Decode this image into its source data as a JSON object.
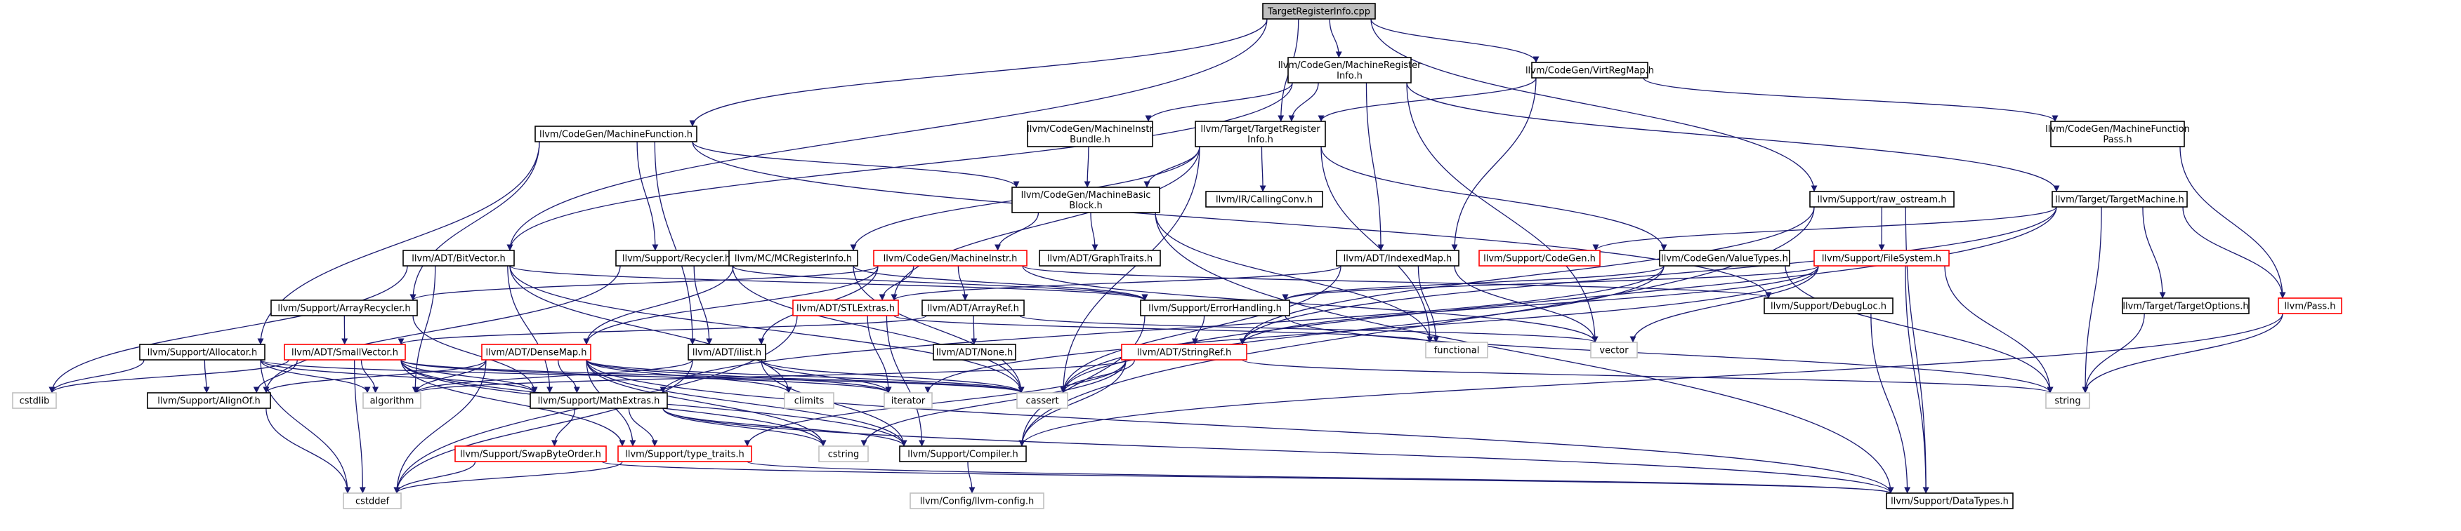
{
  "nodes": [
    {
      "id": "root",
      "lines": [
        "TargetRegisterInfo.cpp"
      ],
      "style": "root"
    },
    {
      "id": "mri",
      "lines": [
        "llvm/CodeGen/MachineRegister",
        "Info.h"
      ],
      "style": "normal"
    },
    {
      "id": "vrm",
      "lines": [
        "llvm/CodeGen/VirtRegMap.h"
      ],
      "style": "normal"
    },
    {
      "id": "mf",
      "lines": [
        "llvm/CodeGen/MachineFunction.h"
      ],
      "style": "normal"
    },
    {
      "id": "mib",
      "lines": [
        "llvm/CodeGen/MachineInstr",
        "Bundle.h"
      ],
      "style": "normal"
    },
    {
      "id": "tri",
      "lines": [
        "llvm/Target/TargetRegister",
        "Info.h"
      ],
      "style": "normal"
    },
    {
      "id": "mfp",
      "lines": [
        "llvm/CodeGen/MachineFunction",
        "Pass.h"
      ],
      "style": "normal"
    },
    {
      "id": "mbb",
      "lines": [
        "llvm/CodeGen/MachineBasic",
        "Block.h"
      ],
      "style": "normal"
    },
    {
      "id": "cc",
      "lines": [
        "llvm/IR/CallingConv.h"
      ],
      "style": "normal"
    },
    {
      "id": "ros",
      "lines": [
        "llvm/Support/raw_ostream.h"
      ],
      "style": "normal"
    },
    {
      "id": "tm",
      "lines": [
        "llvm/Target/TargetMachine.h"
      ],
      "style": "normal"
    },
    {
      "id": "bv",
      "lines": [
        "llvm/ADT/BitVector.h"
      ],
      "style": "normal"
    },
    {
      "id": "rec",
      "lines": [
        "llvm/Support/Recycler.h"
      ],
      "style": "normal"
    },
    {
      "id": "mcri",
      "lines": [
        "llvm/MC/MCRegisterInfo.h"
      ],
      "style": "normal"
    },
    {
      "id": "mi",
      "lines": [
        "llvm/CodeGen/MachineInstr.h"
      ],
      "style": "red"
    },
    {
      "id": "gt",
      "lines": [
        "llvm/ADT/GraphTraits.h"
      ],
      "style": "normal"
    },
    {
      "id": "im",
      "lines": [
        "llvm/ADT/IndexedMap.h"
      ],
      "style": "normal"
    },
    {
      "id": "cg",
      "lines": [
        "llvm/Support/CodeGen.h"
      ],
      "style": "red"
    },
    {
      "id": "vt",
      "lines": [
        "llvm/CodeGen/ValueTypes.h"
      ],
      "style": "normal"
    },
    {
      "id": "fs",
      "lines": [
        "llvm/Support/FileSystem.h"
      ],
      "style": "red"
    },
    {
      "id": "dl",
      "lines": [
        "llvm/Support/DebugLoc.h"
      ],
      "style": "normal"
    },
    {
      "id": "to",
      "lines": [
        "llvm/Target/TargetOptions.h"
      ],
      "style": "normal"
    },
    {
      "id": "pass",
      "lines": [
        "llvm/Pass.h"
      ],
      "style": "red"
    },
    {
      "id": "ar",
      "lines": [
        "llvm/Support/ArrayRecycler.h"
      ],
      "style": "normal"
    },
    {
      "id": "stl",
      "lines": [
        "llvm/ADT/STLExtras.h"
      ],
      "style": "red"
    },
    {
      "id": "aref",
      "lines": [
        "llvm/ADT/ArrayRef.h"
      ],
      "style": "normal"
    },
    {
      "id": "eh",
      "lines": [
        "llvm/Support/ErrorHandling.h"
      ],
      "style": "normal"
    },
    {
      "id": "alloc",
      "lines": [
        "llvm/Support/Allocator.h"
      ],
      "style": "normal"
    },
    {
      "id": "sv",
      "lines": [
        "llvm/ADT/SmallVector.h"
      ],
      "style": "red"
    },
    {
      "id": "dm",
      "lines": [
        "llvm/ADT/DenseMap.h"
      ],
      "style": "red"
    },
    {
      "id": "ilist",
      "lines": [
        "llvm/ADT/ilist.h"
      ],
      "style": "normal"
    },
    {
      "id": "none",
      "lines": [
        "llvm/ADT/None.h"
      ],
      "style": "normal"
    },
    {
      "id": "sref",
      "lines": [
        "llvm/ADT/StringRef.h"
      ],
      "style": "red"
    },
    {
      "id": "functional",
      "lines": [
        "functional"
      ],
      "style": "sys"
    },
    {
      "id": "vector",
      "lines": [
        "vector"
      ],
      "style": "sys"
    },
    {
      "id": "string",
      "lines": [
        "string"
      ],
      "style": "sys"
    },
    {
      "id": "cstdlib",
      "lines": [
        "cstdlib"
      ],
      "style": "sys"
    },
    {
      "id": "aof",
      "lines": [
        "llvm/Support/AlignOf.h"
      ],
      "style": "normal"
    },
    {
      "id": "algorithm",
      "lines": [
        "algorithm"
      ],
      "style": "sys"
    },
    {
      "id": "me",
      "lines": [
        "llvm/Support/MathExtras.h"
      ],
      "style": "normal"
    },
    {
      "id": "climits",
      "lines": [
        "climits"
      ],
      "style": "sys"
    },
    {
      "id": "iterator",
      "lines": [
        "iterator"
      ],
      "style": "sys"
    },
    {
      "id": "cassert",
      "lines": [
        "cassert"
      ],
      "style": "sys"
    },
    {
      "id": "sbo",
      "lines": [
        "llvm/Support/SwapByteOrder.h"
      ],
      "style": "red"
    },
    {
      "id": "tt",
      "lines": [
        "llvm/Support/type_traits.h"
      ],
      "style": "red"
    },
    {
      "id": "cstring",
      "lines": [
        "cstring"
      ],
      "style": "sys"
    },
    {
      "id": "comp",
      "lines": [
        "llvm/Support/Compiler.h"
      ],
      "style": "normal"
    },
    {
      "id": "cstddef",
      "lines": [
        "cstddef"
      ],
      "style": "sys"
    },
    {
      "id": "cfg",
      "lines": [
        "llvm/Config/llvm-config.h"
      ],
      "style": "sys"
    },
    {
      "id": "dt",
      "lines": [
        "llvm/Support/DataTypes.h"
      ],
      "style": "normal"
    }
  ],
  "edges": [
    [
      "root",
      "mri"
    ],
    [
      "root",
      "vrm"
    ],
    [
      "root",
      "mf"
    ],
    [
      "root",
      "tri"
    ],
    [
      "root",
      "ros"
    ],
    [
      "root",
      "bv"
    ],
    [
      "mri",
      "bv"
    ],
    [
      "mri",
      "mib"
    ],
    [
      "mri",
      "tri"
    ],
    [
      "mri",
      "im"
    ],
    [
      "mri",
      "tm"
    ],
    [
      "mri",
      "vector"
    ],
    [
      "vrm",
      "tri"
    ],
    [
      "vrm",
      "im"
    ],
    [
      "vrm",
      "mfp"
    ],
    [
      "mf",
      "mbb"
    ],
    [
      "mf",
      "rec"
    ],
    [
      "mf",
      "ar"
    ],
    [
      "mf",
      "alloc"
    ],
    [
      "mf",
      "ilist"
    ],
    [
      "mf",
      "dl"
    ],
    [
      "mib",
      "mbb"
    ],
    [
      "tri",
      "mbb"
    ],
    [
      "tri",
      "cc"
    ],
    [
      "tri",
      "mcri"
    ],
    [
      "tri",
      "vt"
    ],
    [
      "tri",
      "functional"
    ],
    [
      "tri",
      "cassert"
    ],
    [
      "tri",
      "stl"
    ],
    [
      "mfp",
      "pass"
    ],
    [
      "mbb",
      "mi"
    ],
    [
      "mbb",
      "gt"
    ],
    [
      "mbb",
      "functional"
    ],
    [
      "mbb",
      "dt"
    ],
    [
      "ros",
      "sref"
    ],
    [
      "ros",
      "fs"
    ],
    [
      "ros",
      "comp"
    ],
    [
      "ros",
      "dt"
    ],
    [
      "tm",
      "cg"
    ],
    [
      "tm",
      "to"
    ],
    [
      "tm",
      "pass"
    ],
    [
      "tm",
      "string"
    ],
    [
      "tm",
      "cassert"
    ],
    [
      "tm",
      "sref"
    ],
    [
      "bv",
      "cstdlib"
    ],
    [
      "bv",
      "algorithm"
    ],
    [
      "bv",
      "climits"
    ],
    [
      "bv",
      "cassert"
    ],
    [
      "bv",
      "me"
    ],
    [
      "bv",
      "eh"
    ],
    [
      "rec",
      "ilist"
    ],
    [
      "rec",
      "aof"
    ],
    [
      "rec",
      "eh"
    ],
    [
      "rec",
      "cassert"
    ],
    [
      "mcri",
      "eh"
    ],
    [
      "mcri",
      "dm"
    ],
    [
      "mcri",
      "cassert"
    ],
    [
      "mi",
      "stl"
    ],
    [
      "mi",
      "aref"
    ],
    [
      "mi",
      "dm"
    ],
    [
      "mi",
      "ilist"
    ],
    [
      "mi",
      "ar"
    ],
    [
      "mi",
      "dl"
    ],
    [
      "mi",
      "vector"
    ],
    [
      "im",
      "functional"
    ],
    [
      "im",
      "vector"
    ],
    [
      "im",
      "stl"
    ],
    [
      "im",
      "cassert"
    ],
    [
      "vt",
      "eh"
    ],
    [
      "vt",
      "me"
    ],
    [
      "vt",
      "string"
    ],
    [
      "vt",
      "cassert"
    ],
    [
      "fs",
      "eh"
    ],
    [
      "fs",
      "sref"
    ],
    [
      "fs",
      "dt"
    ],
    [
      "fs",
      "string"
    ],
    [
      "fs",
      "vector"
    ],
    [
      "fs",
      "iterator"
    ],
    [
      "dl",
      "dt"
    ],
    [
      "to",
      "string"
    ],
    [
      "pass",
      "string"
    ],
    [
      "pass",
      "comp"
    ],
    [
      "ar",
      "sv"
    ],
    [
      "ar",
      "me"
    ],
    [
      "stl",
      "cstddef"
    ],
    [
      "stl",
      "functional"
    ],
    [
      "stl",
      "iterator"
    ],
    [
      "stl",
      "comp"
    ],
    [
      "aref",
      "none"
    ],
    [
      "aref",
      "sv"
    ],
    [
      "aref",
      "vector"
    ],
    [
      "eh",
      "sref"
    ],
    [
      "eh",
      "comp"
    ],
    [
      "eh",
      "string"
    ],
    [
      "alloc",
      "aof"
    ],
    [
      "alloc",
      "me"
    ],
    [
      "alloc",
      "algorithm"
    ],
    [
      "alloc",
      "cstddef"
    ],
    [
      "alloc",
      "cstdlib"
    ],
    [
      "alloc",
      "cassert"
    ],
    [
      "sv",
      "aof"
    ],
    [
      "sv",
      "comp"
    ],
    [
      "sv",
      "tt"
    ],
    [
      "sv",
      "me"
    ],
    [
      "sv",
      "algorithm"
    ],
    [
      "sv",
      "cassert"
    ],
    [
      "sv",
      "cstddef"
    ],
    [
      "sv",
      "cstdlib"
    ],
    [
      "sv",
      "cstring"
    ],
    [
      "sv",
      "iterator"
    ],
    [
      "dm",
      "aof"
    ],
    [
      "dm",
      "me"
    ],
    [
      "dm",
      "tt"
    ],
    [
      "dm",
      "algorithm"
    ],
    [
      "dm",
      "climits"
    ],
    [
      "dm",
      "cstddef"
    ],
    [
      "dm",
      "cstring"
    ],
    [
      "dm",
      "iterator"
    ],
    [
      "dm",
      "cassert"
    ],
    [
      "dm",
      "comp"
    ],
    [
      "dm",
      "dt"
    ],
    [
      "ilist",
      "algorithm"
    ],
    [
      "ilist",
      "cassert"
    ],
    [
      "ilist",
      "cstddef"
    ],
    [
      "ilist",
      "iterator"
    ],
    [
      "ilist",
      "comp"
    ],
    [
      "sref",
      "algorithm"
    ],
    [
      "sref",
      "cassert"
    ],
    [
      "sref",
      "cstring"
    ],
    [
      "sref",
      "string"
    ],
    [
      "sref",
      "tt"
    ],
    [
      "sref",
      "comp"
    ],
    [
      "aof",
      "cstddef"
    ],
    [
      "me",
      "sbo"
    ],
    [
      "me",
      "tt"
    ],
    [
      "me",
      "cstring"
    ],
    [
      "me",
      "comp"
    ],
    [
      "me",
      "dt"
    ],
    [
      "sbo",
      "cstddef"
    ],
    [
      "sbo",
      "dt"
    ],
    [
      "tt",
      "cstddef"
    ],
    [
      "tt",
      "dt"
    ],
    [
      "comp",
      "cfg"
    ]
  ]
}
